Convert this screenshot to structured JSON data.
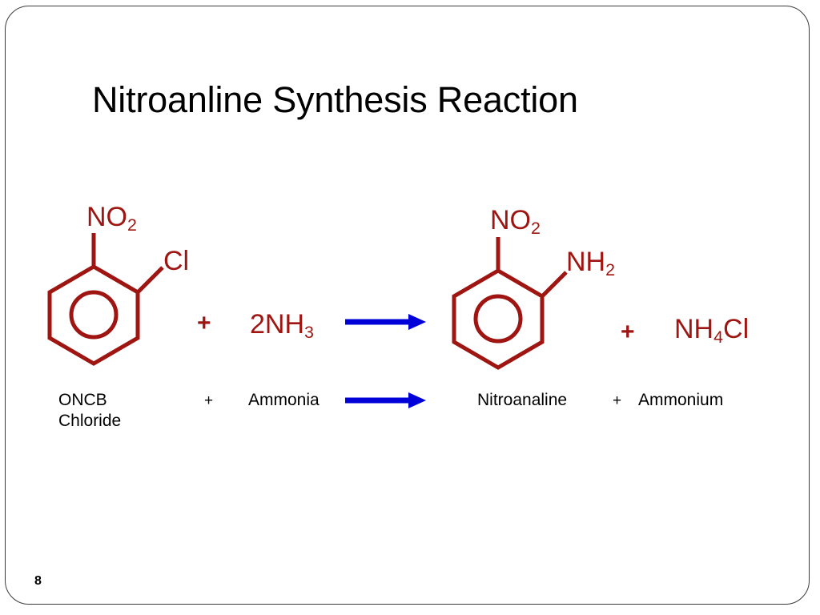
{
  "slide": {
    "title": "Nitroanline Synthesis Reaction",
    "page_number": "8",
    "border_color": "#3b3b3b",
    "background": "#ffffff"
  },
  "colors": {
    "molecule_red": "#9e1511",
    "arrow_blue": "#0000d8",
    "text_black": "#000000"
  },
  "reaction": {
    "formula_row": {
      "reactant_1": {
        "name": "ortho-nitrochlorobenzene",
        "ring": "benzene-aromatic",
        "substituent_top": "NO",
        "substituent_top_sub": "2",
        "substituent_right": "Cl"
      },
      "plus_1": "+",
      "reactant_2": {
        "coefficient": "2NH",
        "subscript": "3"
      },
      "arrow": "reaction-arrow-right",
      "product_1": {
        "name": "ortho-nitroaniline",
        "ring": "benzene-aromatic",
        "substituent_top": "NO",
        "substituent_top_sub": "2",
        "substituent_right": "NH",
        "substituent_right_sub": "2"
      },
      "plus_2": "+",
      "product_2": {
        "formula": "NH",
        "subscript": "4",
        "tail": "Cl"
      }
    },
    "name_row": {
      "reactant_1_line_1": "ONCB",
      "reactant_1_line_2": "Chloride",
      "plus_1": "+",
      "reactant_2": "Ammonia",
      "arrow": "reaction-arrow-right",
      "product_1": "Nitroanaline",
      "plus_2": "+",
      "product_2": "Ammonium"
    }
  }
}
